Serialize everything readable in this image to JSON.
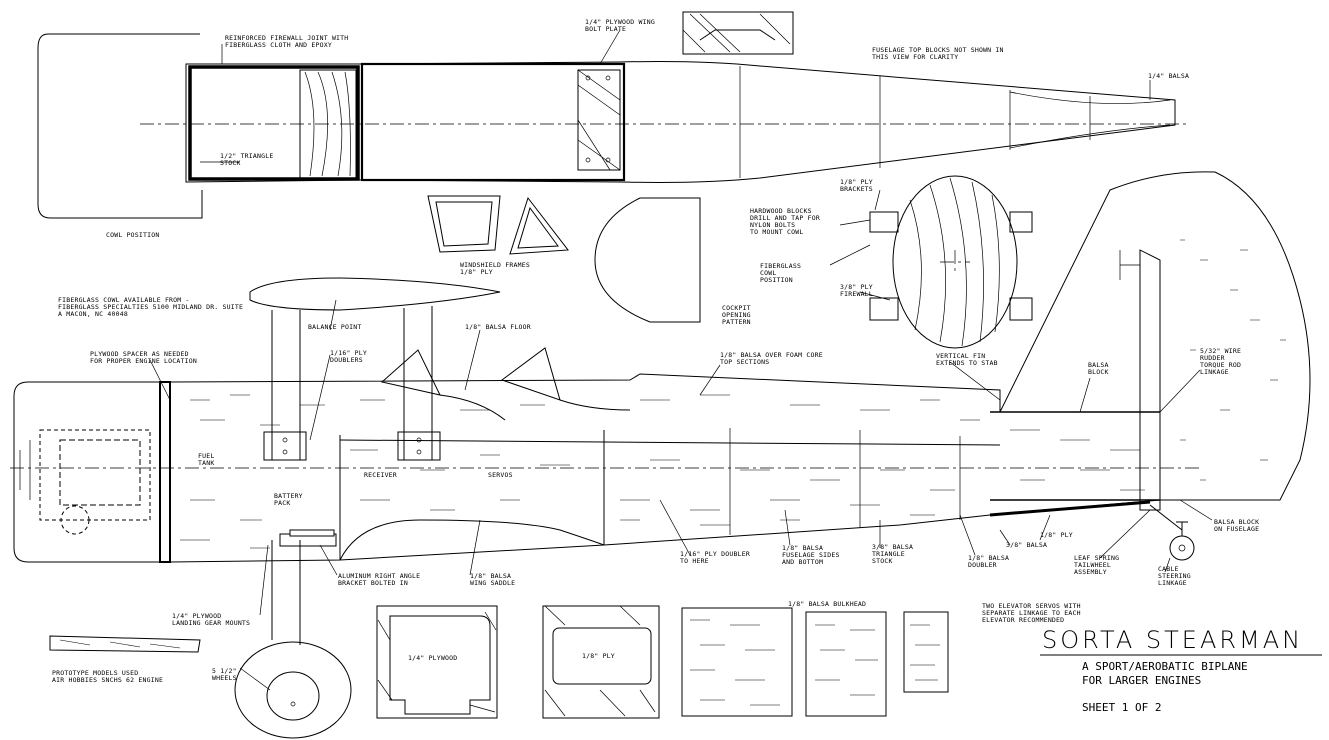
{
  "title_block": {
    "title": "SORTA STEARMAN",
    "subtitle_1": "A SPORT/AEROBATIC BIPLANE",
    "subtitle_2": "FOR LARGER ENGINES",
    "sheet": "SHEET 1 OF 2"
  },
  "labels": {
    "firewall_joint_1": "REINFORCED FIREWALL JOINT WITH",
    "firewall_joint_2": "FIBERGLASS CLOTH AND EPOXY",
    "wing_bolt_1": "1/4\" PLYWOOD WING",
    "wing_bolt_2": "BOLT PLATE",
    "top_blocks_1": "FUSELAGE TOP BLOCKS NOT SHOWN IN",
    "top_blocks_2": "THIS VIEW FOR CLARITY",
    "quarter_balsa": "1/4\" BALSA",
    "triangle_1": "1/2\" TRIANGLE",
    "triangle_2": "STOCK",
    "cowl_position": "COWL POSITION",
    "windshield_1": "WINDSHIELD FRAMES",
    "windshield_2": "1/8\" PLY",
    "cockpit_1": "COCKPIT",
    "cockpit_2": "OPENING",
    "cockpit_3": "PATTERN",
    "ply_brackets_1": "1/8\" PLY",
    "ply_brackets_2": "BRACKETS",
    "hardwood_1": "HARDWOOD BLOCKS",
    "hardwood_2": "DRILL AND TAP FOR",
    "hardwood_3": "NYLON BOLTS",
    "hardwood_4": "TO MOUNT COWL",
    "fg_cowl_1": "FIBERGLASS",
    "fg_cowl_2": "COWL",
    "fg_cowl_3": "POSITION",
    "ply_firewall_1": "3/8\" PLY",
    "ply_firewall_2": "FIREWALL",
    "cowl_source_1": "FIBERGLASS COWL  AVAILABLE FROM -",
    "cowl_source_2": "FIBERGLASS SPECIALTIES 5100 MIDLAND DR. SUITE",
    "cowl_source_3": "A MACON, NC 40048",
    "balance_point": "BALANCE POINT",
    "balsa_floor": "1/8\" BALSA FLOOR",
    "spacer_1": "PLYWOOD SPACER AS NEEDED",
    "spacer_2": "FOR PROPER ENGINE LOCATION",
    "ply_doublers_1": "1/16\" PLY",
    "ply_doublers_2": "DOUBLERS",
    "foam_core_1": "1/8\" BALSA OVER FOAM CORE",
    "foam_core_2": "TOP SECTIONS",
    "vertical_fin_1": "VERTICAL FIN",
    "vertical_fin_2": "EXTENDS TO STAB",
    "balsa_block_1": "BALSA",
    "balsa_block_2": "BLOCK",
    "rudder_wire_1": "5/32\" WIRE",
    "rudder_wire_2": "RUDDER",
    "rudder_wire_3": "TORQUE ROD",
    "rudder_wire_4": "LINKAGE",
    "fuel_tank_1": "FUEL",
    "fuel_tank_2": "TANK",
    "battery_1": "BATTERY",
    "battery_2": "PACK",
    "receiver": "RECEIVER",
    "servos": "SERVOS",
    "balsa_block_fus_1": "BALSA BLOCK",
    "balsa_block_fus_2": "ON FUSELAGE",
    "eighth_ply": "1/8\" PLY",
    "three_eighth_balsa": "3/8\" BALSA",
    "doubler_1": "1/8\" BALSA",
    "doubler_2": "DOUBLER",
    "leaf_spring_1": "LEAF SPRING",
    "leaf_spring_2": "TAILWHEEL",
    "leaf_spring_3": "ASSEMBLY",
    "cable_1": "CABLE",
    "cable_2": "STEERING",
    "cable_3": "LINKAGE",
    "ply_doubler_here_1": "1/16\" PLY DOUBLER",
    "ply_doubler_here_2": "TO HERE",
    "sides_1": "1/8\" BALSA",
    "sides_2": "FUSELAGE SIDES",
    "sides_3": "AND BOTTOM",
    "tri_stock_1": "3/8\" BALSA",
    "tri_stock_2": "TRIANGLE",
    "tri_stock_3": "STOCK",
    "bracket_1": "ALUMINUM RIGHT ANGLE",
    "bracket_2": "BRACKET BOLTED IN",
    "saddle_1": "1/8\" BALSA",
    "saddle_2": "WING SADDLE",
    "ldg_mounts_1": "1/4\" PLYWOOD",
    "ldg_mounts_2": "LANDING GEAR MOUNTS",
    "proto_1": "PROTOTYPE MODELS USED",
    "proto_2": "AIR HOBBIES SNCHS 62 ENGINE",
    "wheels_1": "5 1/2\"",
    "wheels_2": "WHEELS",
    "elev_servos_1": "TWO ELEVATOR SERVOS WITH",
    "elev_servos_2": "SEPARATE LINKAGE TO EACH",
    "elev_servos_3": "ELEVATOR RECOMMENDED",
    "quarter_plywood": "1/4\" PLYWOOD",
    "eighth_ply_part": "1/8\" PLY",
    "balsa_bulkhead": "1/8\" BALSA BULKHEAD"
  }
}
